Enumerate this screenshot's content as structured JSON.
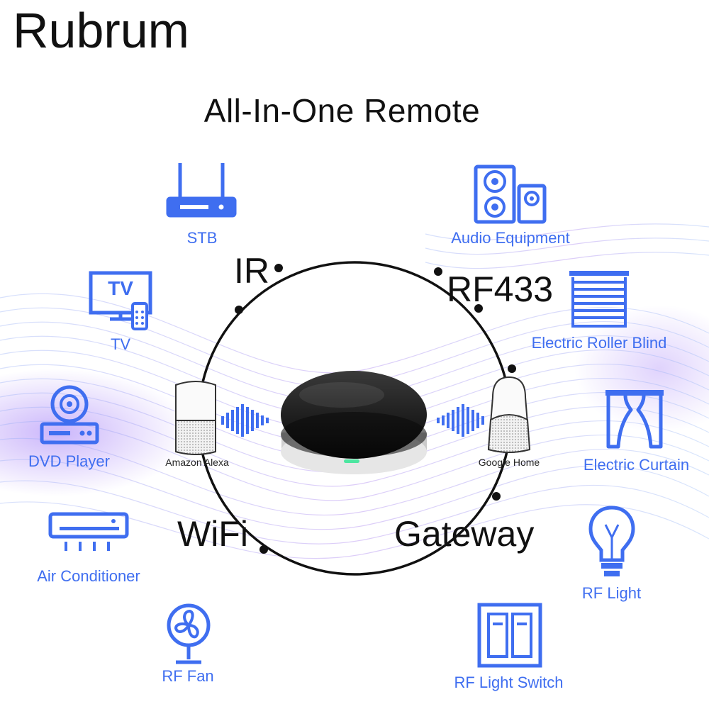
{
  "brand": "Rubrum",
  "headline": "All-In-One Remote",
  "protocols": {
    "ir": "IR",
    "rf433": "RF433",
    "wifi": "WiFi",
    "gateway": "Gateway"
  },
  "devices": {
    "left_speaker": "Amazon Alexa",
    "right_speaker": "Google Home"
  },
  "items": {
    "stb": "STB",
    "tv": "TV",
    "dvd": "DVD Player",
    "ac": "Air Conditioner",
    "fan": "RF Fan",
    "audio": "Audio Equipment",
    "blind": "Electric Roller Blind",
    "curtain": "Electric Curtain",
    "light": "RF Light",
    "switch": "RF Light Switch"
  },
  "tv_icon_text": "TV",
  "colors": {
    "accent": "#3f6ef0",
    "text": "#111111",
    "led": "#4ce6a0"
  }
}
